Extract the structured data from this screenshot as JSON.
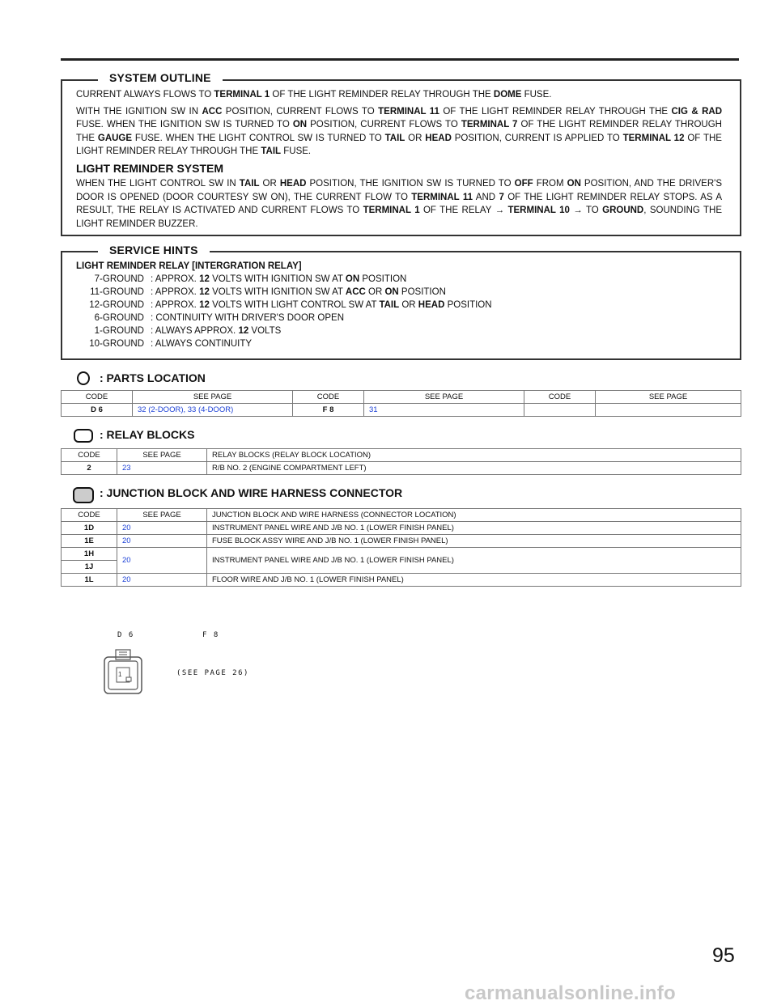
{
  "system_outline": {
    "title": "SYSTEM OUTLINE",
    "para1": [
      "CURRENT ALWAYS FLOWS TO ",
      "TERMINAL 1",
      " OF THE LIGHT REMINDER RELAY THROUGH THE ",
      "DOME",
      " FUSE."
    ],
    "para2": [
      "WITH THE IGNITION SW IN ",
      "ACC",
      " POSITION, CURRENT FLOWS TO ",
      "TERMINAL 11",
      " OF THE LIGHT REMINDER RELAY THROUGH THE ",
      "CIG & RAD",
      " FUSE. WHEN THE IGNITION SW IS TURNED TO ",
      "ON",
      " POSITION, CURRENT FLOWS TO ",
      "TERMINAL 7",
      " OF THE LIGHT REMINDER RELAY THROUGH THE ",
      "GAUGE",
      " FUSE. WHEN THE LIGHT CONTROL SW IS TURNED TO ",
      "TAIL",
      " OR ",
      "HEAD",
      " POSITION, CURRENT IS APPLIED TO ",
      "TERMINAL 12",
      " OF THE LIGHT REMINDER RELAY THROUGH THE ",
      "TAIL",
      " FUSE."
    ],
    "subheading": "LIGHT REMINDER SYSTEM",
    "para3": [
      "WHEN THE LIGHT CONTROL SW IN ",
      "TAIL",
      " OR ",
      "HEAD",
      " POSITION, THE IGNITION SW IS TURNED TO ",
      "OFF",
      " FROM ",
      "ON",
      " POSITION, AND THE DRIVER'S DOOR IS OPENED (DOOR COURTESY SW ON), THE CURRENT FLOW TO ",
      "TERMINAL 11",
      " AND ",
      "7",
      " OF THE LIGHT REMINDER RELAY STOPS. AS A RESULT, THE RELAY IS ACTIVATED AND CURRENT FLOWS TO ",
      "TERMINAL 1",
      " OF THE RELAY → ",
      "TERMINAL 10",
      " → TO ",
      "GROUND",
      ", SOUNDING THE LIGHT REMINDER BUZZER."
    ]
  },
  "service_hints": {
    "title": "SERVICE HINTS",
    "heading": "LIGHT REMINDER RELAY [INTERGRATION RELAY]",
    "rows": [
      {
        "term": "7-GROUND",
        "parts": [
          ": APPROX. ",
          "12",
          " VOLTS WITH IGNITION SW AT ",
          "ON",
          " POSITION"
        ]
      },
      {
        "term": "11-GROUND",
        "parts": [
          ": APPROX. ",
          "12",
          " VOLTS WITH IGNITION SW AT ",
          "ACC",
          " OR ",
          "ON",
          " POSITION"
        ]
      },
      {
        "term": "12-GROUND",
        "parts": [
          ": APPROX. ",
          "12",
          " VOLTS WITH LIGHT CONTROL SW AT ",
          "TAIL",
          " OR ",
          "HEAD",
          " POSITION"
        ]
      },
      {
        "term": "6-GROUND",
        "parts": [
          ": CONTINUITY WITH DRIVER'S DOOR OPEN"
        ]
      },
      {
        "term": "1-GROUND",
        "parts": [
          ": ALWAYS APPROX. ",
          "12",
          " VOLTS"
        ]
      },
      {
        "term": "10-GROUND",
        "parts": [
          ": ALWAYS CONTINUITY"
        ]
      }
    ]
  },
  "parts_location": {
    "title": ": PARTS LOCATION",
    "headers": [
      "CODE",
      "SEE PAGE",
      "CODE",
      "SEE PAGE",
      "CODE",
      "SEE PAGE"
    ],
    "row": [
      "D 6",
      "32  (2-DOOR),  33  (4-DOOR)",
      "F 8",
      "31",
      "",
      ""
    ]
  },
  "relay_blocks": {
    "title": ": RELAY BLOCKS",
    "headers": [
      "CODE",
      "SEE PAGE",
      "RELAY BLOCKS (RELAY BLOCK LOCATION)"
    ],
    "rows": [
      [
        "2",
        "23",
        "R/B NO. 2 (ENGINE COMPARTMENT LEFT)"
      ]
    ]
  },
  "junction_blocks": {
    "title": ": JUNCTION BLOCK AND WIRE HARNESS CONNECTOR",
    "headers": [
      "CODE",
      "SEE PAGE",
      "JUNCTION BLOCK AND WIRE HARNESS (CONNECTOR LOCATION)"
    ],
    "rows": [
      {
        "code": "1D",
        "page": "20",
        "desc": "INSTRUMENT PANEL WIRE AND J/B NO. 1 (LOWER FINISH PANEL)"
      },
      {
        "code": "1E",
        "page": "20",
        "desc": "FUSE BLOCK ASSY WIRE AND J/B NO. 1 (LOWER FINISH PANEL)"
      },
      {
        "code": "1H",
        "page": "20",
        "desc": "INSTRUMENT PANEL WIRE AND J/B NO. 1 (LOWER FINISH PANEL)"
      },
      {
        "code": "1J"
      },
      {
        "code": "1L",
        "page": "20",
        "desc": "FLOOR WIRE AND J/B NO. 1 (LOWER FINISH PANEL)"
      }
    ]
  },
  "connectors": {
    "d6_label": "D 6",
    "f8_label": "F 8",
    "pin_label": "1",
    "f8_note": "(SEE PAGE 26)"
  },
  "page_number": "95",
  "watermark": "carmanualsonline.info"
}
